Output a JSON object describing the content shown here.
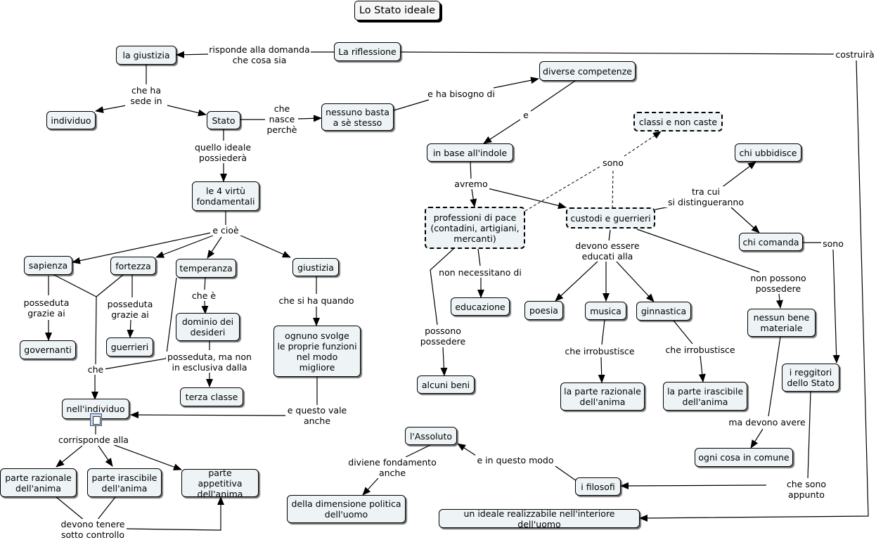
{
  "map_title": "Lo Stato ideale",
  "concepts": {
    "la_giustizia": "la giustizia",
    "la_riflessione": "La riflessione",
    "individuo": "individuo",
    "stato": "Stato",
    "nessuno_basta": "nessuno basta\na sè stesso",
    "diverse_competenze": "diverse competenze",
    "classi_non_caste": "classi e non caste",
    "in_base_indole": "in base  all'indole",
    "chi_ubbidisce": "chi ubbidisce",
    "quattro_virtu": "le 4 virtù\nfondamentali",
    "professioni_pace": "professioni di pace\n(contadini, artigiani,\nmercanti)",
    "custodi_guerrieri": "custodi e guerrieri",
    "chi_comanda": "chi comanda",
    "sapienza": "sapienza",
    "fortezza": "fortezza",
    "temperanza": "temperanza",
    "giustizia": "giustizia",
    "educazione": "educazione",
    "poesia": "poesia",
    "musica": "musica",
    "ginnastica": "ginnastica",
    "nessun_bene": "nessun bene\nmateriale",
    "governanti": "governanti",
    "guerrieri": "guerrieri",
    "dominio_desideri": "dominio dei\ndesideri",
    "ognuno_svolge": "ognuno svolge\nle proprie funzioni\nnel modo\nmigliore",
    "reggitori": "i reggitori\ndello Stato",
    "alcuni_beni": "alcuni beni",
    "parte_razionale_1": "la parte razionale\ndell'anima",
    "parte_irascibile_1": "la parte irascibile\ndell'anima",
    "terza_classe": "terza classe",
    "nell_individuo": "nell'individuo",
    "assoluto": "l'Assoluto",
    "ogni_cosa": "ogni cosa in comune",
    "parte_razionale_2": "parte razionale\ndell'anima",
    "parte_irascibile_2": "parte irascibile\ndell'anima",
    "parte_appetitiva": "parte appetitiva\ndell'anima",
    "filosofi": "i filosofi",
    "dimensione_politica": "della dimensione politica\ndell'uomo",
    "ideale_realizzabile": "un ideale realizzabile nell'interiore dell'uomo"
  },
  "link_labels": {
    "risponde": "risponde alla domanda\nche cosa sia",
    "costruira": "costruirà",
    "che_ha_sede": "che ha\nsede in",
    "che_nasce": "che\nnasce\nperchè",
    "ha_bisogno": "e ha bisogno di",
    "e": "e",
    "sono_1": "sono",
    "quello_ideale": "quello ideale\npossiederà",
    "avremo": "avremo",
    "tra_cui": "tra cui\nsi distingueranno",
    "e_cioe": "e cioè",
    "sono_2": "sono",
    "devono_educati": "devono essere\neducati alla",
    "non_necessitano": "non necessitano di",
    "non_possono": "non possono\npossedere",
    "posseduta_1": "posseduta\ngrazie ai",
    "posseduta_2": "posseduta\ngrazie ai",
    "che_e": "che è",
    "che_si_ha": "che si ha quando",
    "possono": "possono\npossedere",
    "che_irrobustisce_1": "che irrobustisce",
    "che_irrobustisce_2": "che irrobustisce",
    "posseduta_non_esclusiva": "posseduta, ma non\nin esclusiva dalla",
    "che": "che",
    "vale_anche": "e questo vale\nanche",
    "ma_devono": "ma devono avere",
    "corrisponde": "corrisponde alla",
    "in_questo_modo": "e in questo modo",
    "diviene": "diviene fondamento\nanche",
    "che_sono_appunto": "che sono appunto",
    "devono_tenere": "devono tenere\nsotto controllo"
  },
  "colors": {
    "node_fill": "#eef4f6",
    "node_border": "#000000",
    "line": "#000000",
    "background": "#ffffff"
  },
  "icons": {
    "resource": "document-icon"
  }
}
